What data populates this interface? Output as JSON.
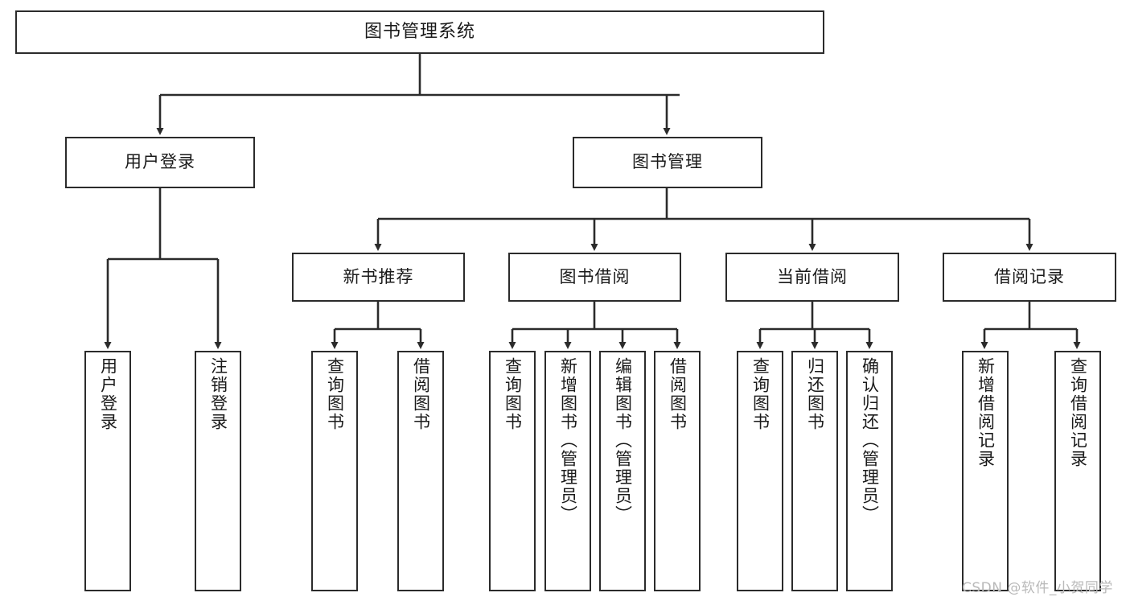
{
  "diagram": {
    "title": "图书管理系统",
    "type": "hierarchy-tree",
    "colors": {
      "box_border": "#2b2b2b",
      "box_fill": "#ffffff",
      "edge": "#2b2b2b",
      "text": "#1a1a1a",
      "watermark": "#b9b9b9",
      "background": "#ffffff"
    },
    "nodes": {
      "root": {
        "label": "图书管理系统"
      },
      "level2": [
        {
          "label": "用户登录"
        },
        {
          "label": "图书管理"
        }
      ],
      "level3": [
        {
          "label": "新书推荐"
        },
        {
          "label": "图书借阅"
        },
        {
          "label": "当前借阅"
        },
        {
          "label": "借阅记录"
        }
      ],
      "leaves_user_login": [
        {
          "label": "用户登录"
        },
        {
          "label": "注销登录"
        }
      ],
      "leaves_new_book": [
        {
          "label": "查询图书"
        },
        {
          "label": "借阅图书"
        }
      ],
      "leaves_borrow": [
        {
          "label": "查询图书"
        },
        {
          "label": "新增图书（管理员）"
        },
        {
          "label": "编辑图书（管理员）"
        },
        {
          "label": "借阅图书"
        }
      ],
      "leaves_current": [
        {
          "label": "查询图书"
        },
        {
          "label": "归还图书"
        },
        {
          "label": "确认归还（管理员）"
        }
      ],
      "leaves_record": [
        {
          "label": "新增借阅记录"
        },
        {
          "label": "查询借阅记录"
        }
      ]
    },
    "watermark": "CSDN @软件_小贺同学"
  }
}
